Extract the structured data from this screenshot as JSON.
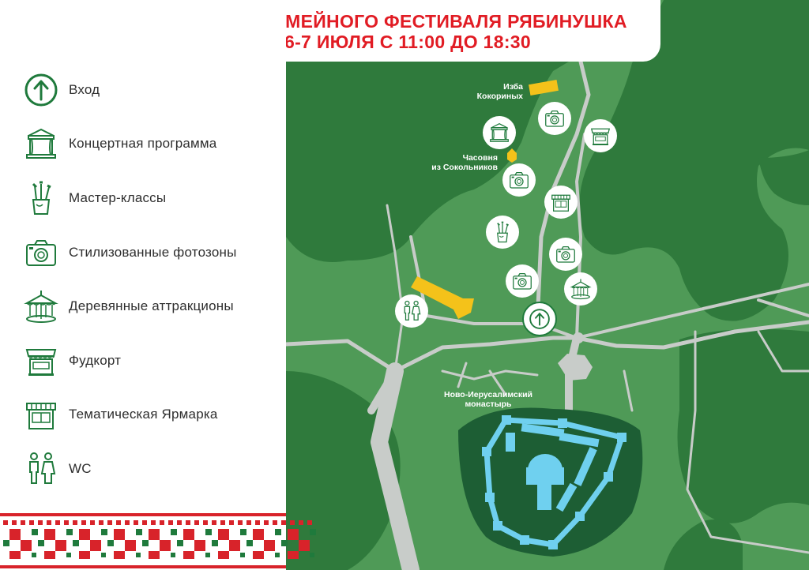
{
  "title": {
    "line1": "СХЕМА СЕМЕЙНОГО ФЕСТИВАЛЯ РЯБИНУШКА",
    "line2": "6-7 ИЮЛЯ С 11:00 ДО 18:30"
  },
  "legend": {
    "items": [
      {
        "icon": "entrance-icon",
        "label": "Вход"
      },
      {
        "icon": "concert-stage-icon",
        "label": "Концертная программа"
      },
      {
        "icon": "craft-brushes-icon",
        "label": "Мастер-классы"
      },
      {
        "icon": "camera-icon",
        "label": "Стилизованные фотозоны"
      },
      {
        "icon": "carousel-icon",
        "label": "Деревянные аттракционы"
      },
      {
        "icon": "food-stall-icon",
        "label": "Фудкорт"
      },
      {
        "icon": "fair-shop-icon",
        "label": "Тематическая Ярмарка"
      },
      {
        "icon": "wc-icon",
        "label": "WC"
      }
    ]
  },
  "map": {
    "labels": {
      "izba_line1": "Изба",
      "izba_line2": "Кокориных",
      "chapel_line1": "Часовня",
      "chapel_line2": "из Сокольников",
      "monastery_line1": "Ново-Иерусалимский",
      "monastery_line2": "монастырь"
    },
    "markers": [
      {
        "type": "concert-stage-icon"
      },
      {
        "type": "camera-icon"
      },
      {
        "type": "food-stall-icon"
      },
      {
        "type": "camera-icon"
      },
      {
        "type": "fair-shop-icon"
      },
      {
        "type": "craft-brushes-icon"
      },
      {
        "type": "camera-icon"
      },
      {
        "type": "camera-icon"
      },
      {
        "type": "carousel-icon"
      },
      {
        "type": "entrance-icon"
      },
      {
        "type": "wc-icon"
      }
    ]
  },
  "colors": {
    "title_red": "#e11c24",
    "legend_green": "#1f7a3c",
    "map_light_green": "#4f9a57",
    "map_dark_green": "#2f7a3c",
    "road_gray": "#c8ccc9",
    "building_yellow": "#f4c21a",
    "monastery_blue": "#6fd0ef",
    "monastery_ground": "#1d5e34",
    "ornament_red": "#d8232a"
  }
}
